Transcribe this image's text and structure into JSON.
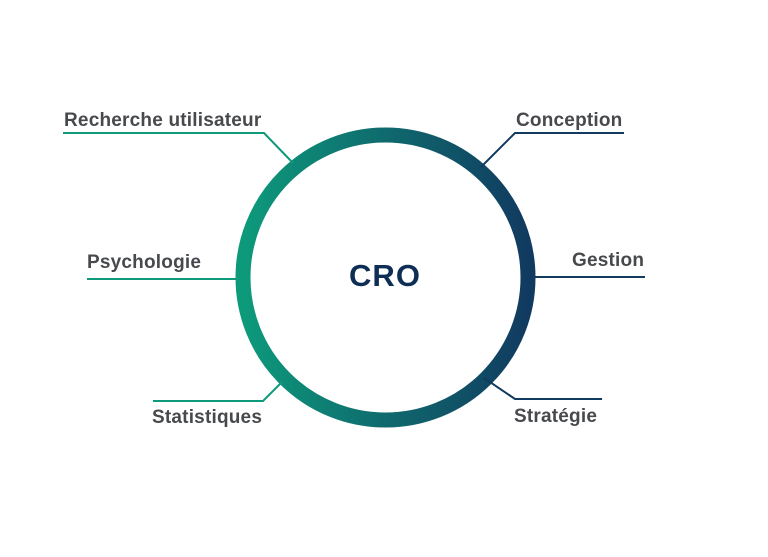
{
  "title": "CRO",
  "colors": {
    "teal": "#0D9A7B",
    "navy": "#113A60",
    "label_text": "#47494C",
    "title_text": "#0F2E55",
    "background": "#FFFFFF"
  },
  "nodes": [
    {
      "label": "Recherche utilisateur",
      "position": "top-left",
      "line_color": "teal"
    },
    {
      "label": "Conception",
      "position": "top-right",
      "line_color": "navy"
    },
    {
      "label": "Psychologie",
      "position": "middle-left",
      "line_color": "teal"
    },
    {
      "label": "Gestion",
      "position": "middle-right",
      "line_color": "navy"
    },
    {
      "label": "Statistiques",
      "position": "bottom-left",
      "line_color": "teal"
    },
    {
      "label": "Stratégie",
      "position": "bottom-right",
      "line_color": "navy"
    }
  ]
}
